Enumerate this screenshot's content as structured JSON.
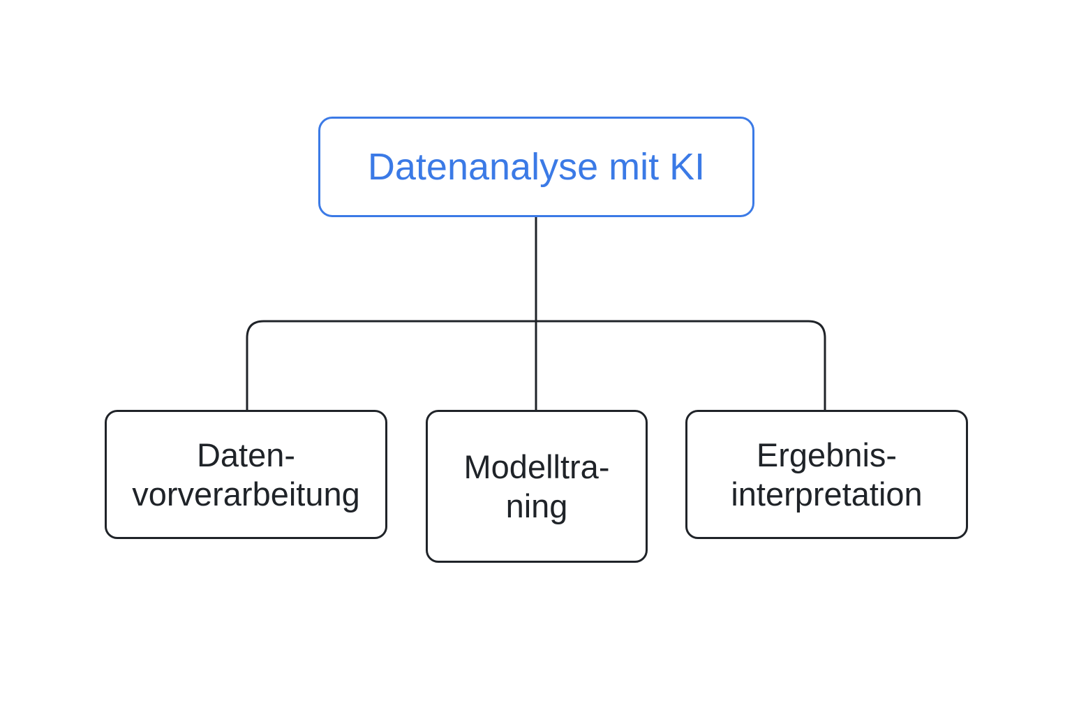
{
  "diagram": {
    "root": {
      "label": "Datenanalyse mit KI",
      "color": "#3b7ae6"
    },
    "children": [
      {
        "lines": [
          "Daten-",
          "vorverarbeitung"
        ]
      },
      {
        "lines": [
          "Modelltra-",
          "ning"
        ]
      },
      {
        "lines": [
          "Ergebnis-",
          "interpretation"
        ]
      }
    ],
    "connector_color": "#1f2328"
  }
}
